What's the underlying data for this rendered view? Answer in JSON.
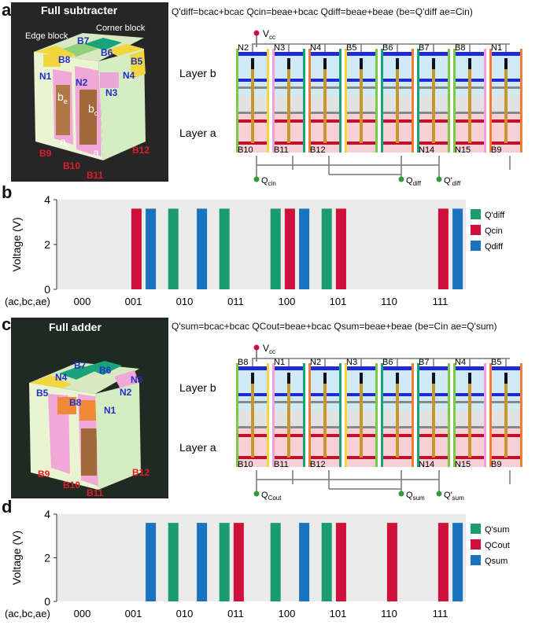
{
  "panels": {
    "a": {
      "letter": "a",
      "photo_title": "Full subtracter",
      "photo_labels": {
        "edge": "Edge block",
        "corner": "Corner block",
        "b8": "B8",
        "b7": "B7",
        "b6": "B6",
        "b5": "B5",
        "n1": "N1",
        "n2": "N2",
        "n3": "N3",
        "n4": "N4",
        "be": "b",
        "be_sub": "e",
        "bc": "b",
        "bc_sub": "c",
        "ae": "a",
        "ae_sub": "e",
        "ac": "a",
        "ac_sub": "c",
        "b9": "B9",
        "b10": "B10",
        "b11": "B11",
        "b12": "B12"
      },
      "equations": "Q'diff=bcac+bcac  Qcin=beae+bcac  Qdiff=beae+beae  (be=Q'diff ae=Cin)",
      "vcc": "V",
      "vcc_sub": "cc",
      "layer_b": "Layer b",
      "layer_a": "Layer a",
      "top_blocks": [
        "N2",
        "N3",
        "N4",
        "B5",
        "B6",
        "B7",
        "B8",
        "N1"
      ],
      "bottom_blocks": [
        "B10",
        "B11",
        "B12",
        "N14",
        "N15",
        "B9"
      ],
      "outputs": [
        {
          "name": "Q",
          "sub": "cin"
        },
        {
          "name": "Q",
          "sub": "diff"
        },
        {
          "name": "Q'",
          "sub": "diff"
        }
      ]
    },
    "c": {
      "letter": "c",
      "photo_title": "Full adder",
      "photo_labels": {
        "b7": "B7",
        "b6": "B6",
        "n4": "N4",
        "n3": "N3",
        "b5": "B5",
        "b8": "B8",
        "n1": "N1",
        "n2": "N2",
        "b9": "B9",
        "b10": "B10",
        "b11": "B11",
        "b12": "B12"
      },
      "equations": "Q'sum=bcac+bcac  QCout=beae+bcac  Qsum=beae+beae  (be=Cin ae=Q'sum)",
      "vcc": "V",
      "vcc_sub": "cc",
      "layer_b": "Layer b",
      "layer_a": "Layer a",
      "top_blocks": [
        "B8",
        "N1",
        "N2",
        "N3",
        "B6",
        "B7",
        "N4",
        "B5"
      ],
      "bottom_blocks": [
        "B10",
        "B11",
        "B12",
        "N14",
        "N15",
        "B9"
      ],
      "outputs": [
        {
          "name": "Q",
          "sub": "Cout"
        },
        {
          "name": "Q",
          "sub": "sum"
        },
        {
          "name": "Q'",
          "sub": "sum"
        }
      ]
    }
  },
  "colors": {
    "green": "#1a9c6e",
    "red": "#d0103c",
    "blue": "#1a73c0",
    "bg": "#ebebeb"
  },
  "chart_data": [
    {
      "panel": "b",
      "type": "bar",
      "ylabel": "Voltage (V)",
      "ylim": [
        0,
        4
      ],
      "yticks": [
        0,
        2,
        4
      ],
      "x_axis_title": "(ac,bc,ae)",
      "categories": [
        "000",
        "001",
        "010",
        "011",
        "100",
        "101",
        "110",
        "111"
      ],
      "legend": "right",
      "series": [
        {
          "name": "Q'diff",
          "color": "#1a9c6e",
          "values": [
            0,
            0,
            1,
            1,
            1,
            1,
            0,
            0
          ]
        },
        {
          "name": "Qcin",
          "color": "#d0103c",
          "values": [
            0,
            1,
            0,
            0,
            1,
            1,
            0,
            1
          ]
        },
        {
          "name": "Qdiff",
          "color": "#1a73c0",
          "values": [
            0,
            1,
            1,
            0,
            1,
            0,
            0,
            1
          ]
        }
      ],
      "pulse_voltage": 3.6
    },
    {
      "panel": "d",
      "type": "bar",
      "ylabel": "Voltage (V)",
      "ylim": [
        0,
        4
      ],
      "yticks": [
        0,
        2,
        4
      ],
      "x_axis_title": "(ac,bc,ae)",
      "categories": [
        "000",
        "001",
        "010",
        "011",
        "100",
        "101",
        "110",
        "111"
      ],
      "legend": "right",
      "series": [
        {
          "name": "Q'sum",
          "color": "#1a9c6e",
          "values": [
            0,
            0,
            1,
            1,
            1,
            1,
            0,
            0
          ]
        },
        {
          "name": "QCout",
          "color": "#d0103c",
          "values": [
            0,
            0,
            0,
            1,
            0,
            1,
            1,
            1
          ]
        },
        {
          "name": "Qsum",
          "color": "#1a73c0",
          "values": [
            0,
            1,
            1,
            0,
            1,
            0,
            0,
            1
          ]
        }
      ],
      "pulse_voltage": 3.6
    }
  ]
}
